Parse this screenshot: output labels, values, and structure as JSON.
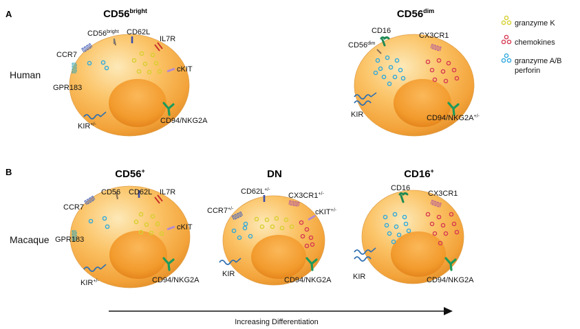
{
  "panels": [
    {
      "letter": "A",
      "species": "Human"
    },
    {
      "letter": "B",
      "species": "Macaque"
    }
  ],
  "legend": [
    {
      "label": "granzyme K",
      "color": "#d7cf2e"
    },
    {
      "label": "chemokines",
      "color": "#d63a52"
    },
    {
      "label": "granzyme A/B",
      "label2": "perforin",
      "color": "#2ea9dd"
    }
  ],
  "arrow_label": "Increasing Differentiation",
  "cells": [
    {
      "id": "human-cd56bright",
      "title": "CD56",
      "title_sup": "bright",
      "labels": [
        {
          "t": "CD56",
          "sup": "bright"
        },
        {
          "t": "CD62L",
          "sup": ""
        },
        {
          "t": "IL7R",
          "sup": ""
        },
        {
          "t": "CCR7",
          "sup": ""
        },
        {
          "t": "cKIT",
          "sup": ""
        },
        {
          "t": "GPR183",
          "sup": ""
        },
        {
          "t": "CD94/NKG2A",
          "sup": ""
        },
        {
          "t": "KIR",
          "sup": "+/-"
        }
      ],
      "granules": {
        "granzyme_k": 8,
        "chemokines": 0,
        "granzyme_ab": 3
      }
    },
    {
      "id": "human-cd56dim",
      "title": "CD56",
      "title_sup": "dim",
      "labels": [
        {
          "t": "CD16",
          "sup": ""
        },
        {
          "t": "CX3CR1",
          "sup": ""
        },
        {
          "t": "CD56",
          "sup": "dim"
        },
        {
          "t": "KIR",
          "sup": ""
        },
        {
          "t": "CD94/NKG2A",
          "sup": "+/-"
        }
      ],
      "granules": {
        "granzyme_k": 0,
        "chemokines": 9,
        "granzyme_ab": 11
      }
    },
    {
      "id": "macaque-cd56",
      "title": "CD56",
      "title_sup": "+",
      "labels": [
        {
          "t": "CD56",
          "sup": ""
        },
        {
          "t": "CD62L",
          "sup": ""
        },
        {
          "t": "IL7R",
          "sup": ""
        },
        {
          "t": "CCR7",
          "sup": ""
        },
        {
          "t": "cKIT",
          "sup": ""
        },
        {
          "t": "GPR183",
          "sup": ""
        },
        {
          "t": "CD94/NKG2A",
          "sup": ""
        },
        {
          "t": "KIR",
          "sup": "+/-"
        }
      ],
      "granules": {
        "granzyme_k": 8,
        "chemokines": 0,
        "granzyme_ab": 3
      }
    },
    {
      "id": "macaque-dn",
      "title": "DN",
      "title_sup": "",
      "labels": [
        {
          "t": "CD62L",
          "sup": "+/-"
        },
        {
          "t": "CX3CR1",
          "sup": "+/-"
        },
        {
          "t": "CCR7",
          "sup": "+/-"
        },
        {
          "t": "cKIT",
          "sup": "+/-"
        },
        {
          "t": "KIR",
          "sup": ""
        },
        {
          "t": "CD94/NKG2A",
          "sup": ""
        }
      ],
      "granules": {
        "granzyme_k": 8,
        "chemokines": 6,
        "granzyme_ab": 5
      }
    },
    {
      "id": "macaque-cd16",
      "title": "CD16",
      "title_sup": "+",
      "labels": [
        {
          "t": "CD16",
          "sup": ""
        },
        {
          "t": "CX3CR1",
          "sup": ""
        },
        {
          "t": "KIR",
          "sup": ""
        },
        {
          "t": "CD94/NKG2A",
          "sup": ""
        }
      ],
      "granules": {
        "granzyme_k": 0,
        "chemokines": 10,
        "granzyme_ab": 10
      }
    }
  ]
}
